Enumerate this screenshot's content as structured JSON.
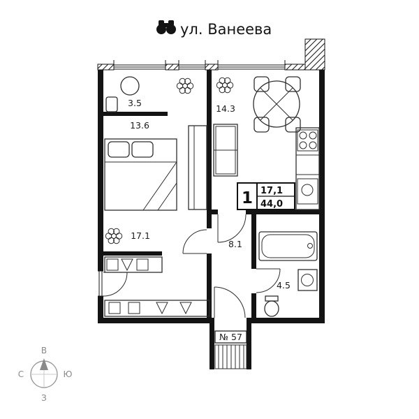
{
  "header": {
    "title": "ул. Ванеева",
    "icon": "binoculars-icon"
  },
  "plan": {
    "rooms": {
      "closet": {
        "area": "3.5"
      },
      "bedroom": {
        "area": "13.6"
      },
      "kitchen": {
        "area": "14.3"
      },
      "living": {
        "area": "17.1"
      },
      "hall": {
        "area": "8.1"
      },
      "bathroom": {
        "area": "4.5"
      }
    },
    "info_box": {
      "rooms_count": "1",
      "living_area": "17,1",
      "total_area": "44,0"
    },
    "apartment_number": "№ 57"
  },
  "compass": {
    "top": "В",
    "left": "С",
    "right": "Ю",
    "bottom": "З"
  },
  "colors": {
    "wall": "#141414",
    "furniture_line": "#2e2e2e",
    "text": "#1c1c1c",
    "muted": "#8a8a8a",
    "background": "#ffffff"
  }
}
